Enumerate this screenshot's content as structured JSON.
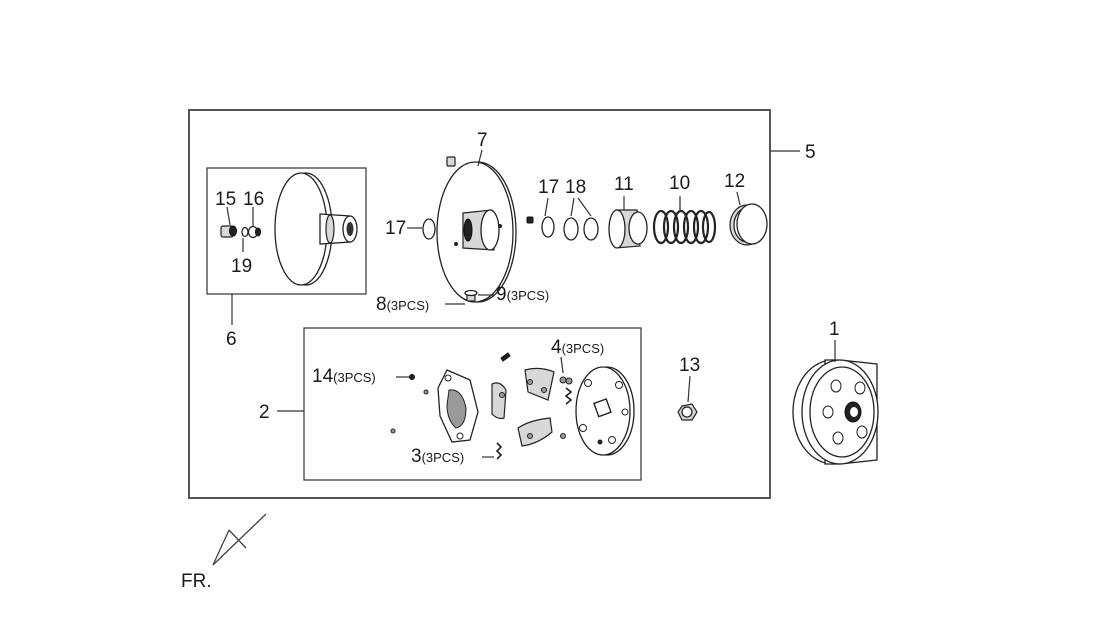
{
  "labels": {
    "p1": "1",
    "p2": "2",
    "p3": "3",
    "p3q": "(3PCS)",
    "p4": "4",
    "p4q": "(3PCS)",
    "p5": "5",
    "p6": "6",
    "p7": "7",
    "p8": "8",
    "p8q": "(3PCS)",
    "p9": "9",
    "p9q": "(3PCS)",
    "p10": "10",
    "p11": "11",
    "p12": "12",
    "p13": "13",
    "p14": "14",
    "p14q": "(3PCS)",
    "p15": "15",
    "p16": "16",
    "p17a": "17",
    "p17b": "17",
    "p18": "18",
    "p19": "19",
    "fr": "FR."
  }
}
